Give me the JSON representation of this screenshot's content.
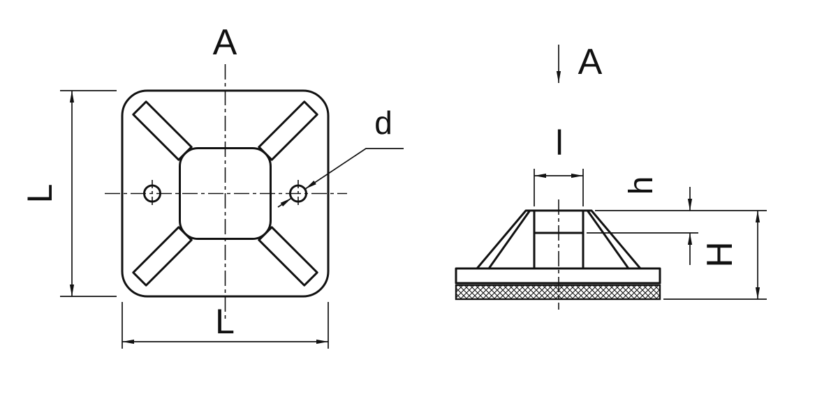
{
  "colors": {
    "line": "#111111",
    "background": "#ffffff"
  },
  "views": {
    "top_view": {
      "section_label": "A",
      "width_dim_label": "L",
      "height_dim_label": "L",
      "hole_dim_label": "d"
    },
    "side_view": {
      "section_label": "A",
      "slot_width_dim_label": "l",
      "lug_height_dim_label": "h",
      "total_height_dim_label": "H"
    }
  }
}
